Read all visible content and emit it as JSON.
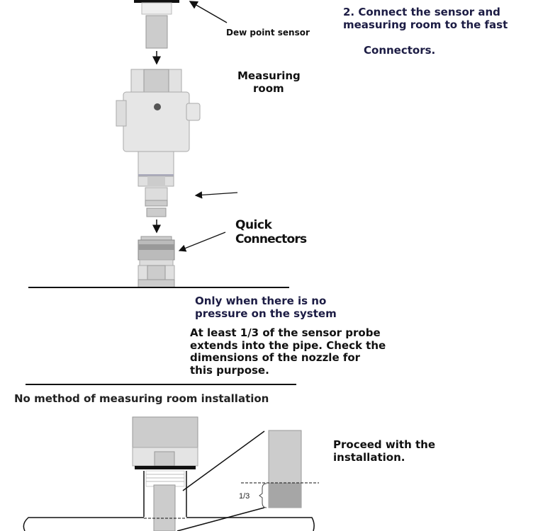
{
  "step": {
    "line1": "2. Connect the sensor and",
    "line2": "measuring room to the fast",
    "line3": "Connectors."
  },
  "labels": {
    "dew_point_sensor": "Dew point sensor",
    "measuring_room_1": "Measuring",
    "measuring_room_2": "room",
    "quick_1": "Quick",
    "quick_2": "Connectors"
  },
  "notes": {
    "pressure_1": "Only when there is no",
    "pressure_2": "pressure on the system",
    "probe_1": "At least 1/3 of the sensor probe",
    "probe_2": "extends into the pipe. Check the",
    "probe_3": "dimensions of the nozzle for",
    "probe_4": "this purpose."
  },
  "section2": {
    "heading": "No method of measuring room installation",
    "proceed_1": "Proceed with the",
    "proceed_2": "installation.",
    "fraction": "1/3"
  }
}
